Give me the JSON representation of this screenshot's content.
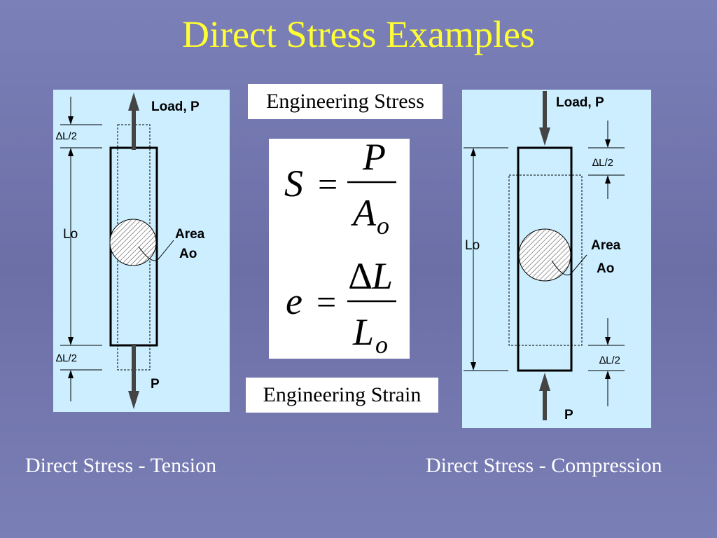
{
  "title": "Direct Stress Examples",
  "tension": {
    "load_label": "Load, P",
    "delta_top": "∆L/2",
    "length_label": "Lo",
    "area_line1": "Area",
    "area_line2": "Ao",
    "delta_bottom": "∆L/2",
    "bottom_load": "P",
    "caption": "Direct Stress - Tension"
  },
  "compression": {
    "load_label": "Load, P",
    "delta_top": "∆L/2",
    "length_label": "Lo",
    "area_line1": "Area",
    "area_line2": "Ao",
    "delta_bottom": "∆L/2",
    "bottom_load": "P",
    "caption": "Direct Stress - Compression"
  },
  "labels": {
    "stress": "Engineering Stress",
    "strain": "Engineering Strain"
  },
  "formulas": {
    "stress": {
      "lhs": "S",
      "eq": "=",
      "num": "P",
      "den": "A",
      "den_sub": "o"
    },
    "strain": {
      "lhs": "e",
      "eq": "=",
      "num": "∆L",
      "den": "L",
      "den_sub": "o"
    }
  },
  "colors": {
    "title": "#ffff33",
    "panel": "#cceeff",
    "background": "#7075ad",
    "caption": "#ffffff"
  }
}
